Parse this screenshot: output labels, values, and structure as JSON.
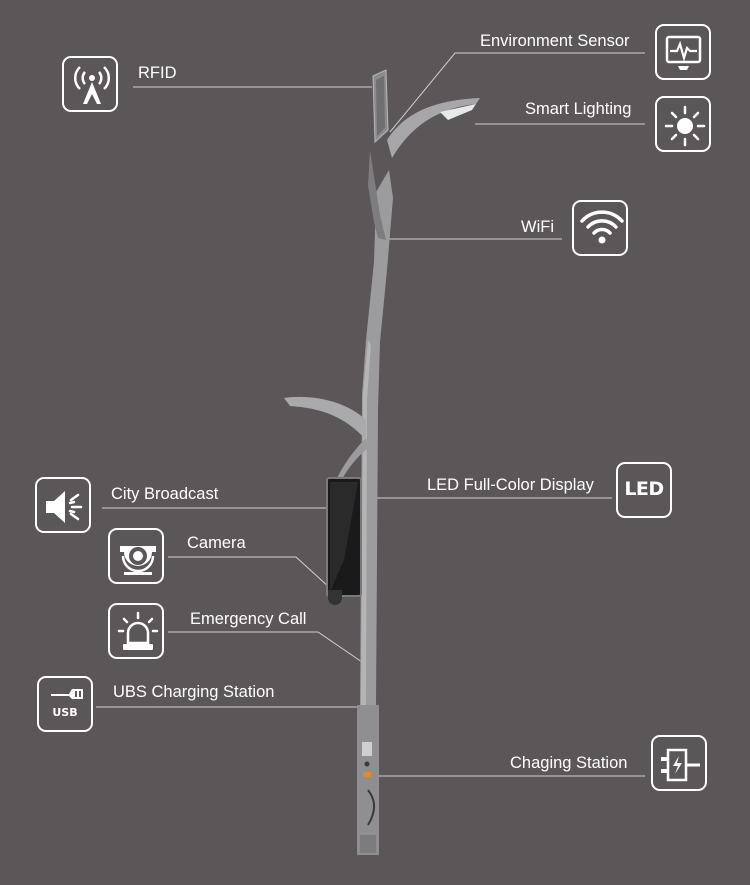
{
  "features": {
    "rfid": {
      "label": "RFID",
      "icon": "radio-tower-icon"
    },
    "environment_sensor": {
      "label": "Environment Sensor",
      "icon": "monitor-pulse-icon"
    },
    "smart_lighting": {
      "label": "Smart Lighting",
      "icon": "sun-icon"
    },
    "wifi": {
      "label": "WiFi",
      "icon": "wifi-icon"
    },
    "city_broadcast": {
      "label": "City Broadcast",
      "icon": "speaker-icon"
    },
    "led_display": {
      "label": "LED Full-Color Display",
      "icon": "led-icon",
      "icon_text": "LED"
    },
    "camera": {
      "label": "Camera",
      "icon": "dome-camera-icon"
    },
    "emergency_call": {
      "label": "Emergency Call",
      "icon": "alarm-siren-icon"
    },
    "usb_charging": {
      "label": "UBS Charging Station",
      "icon": "usb-icon",
      "icon_text": "USB"
    },
    "charging_station": {
      "label": "Chaging Station",
      "icon": "plug-icon"
    }
  },
  "colors": {
    "background": "#5b5759",
    "text": "#ffffff",
    "leader_line": "#cfcfcf",
    "pole": "#9c9c9e",
    "display_panel": "#1a1a1a"
  }
}
